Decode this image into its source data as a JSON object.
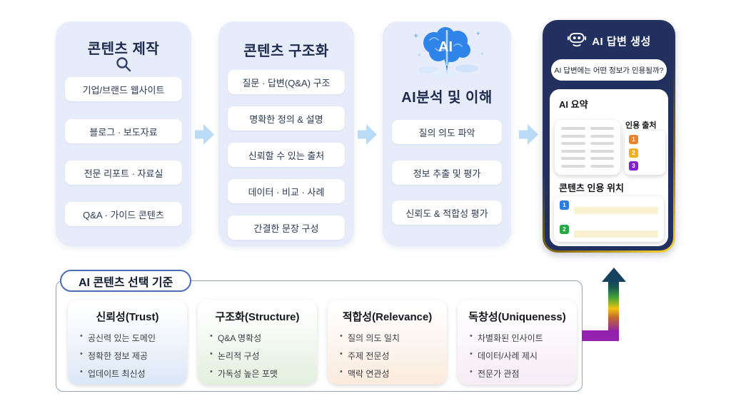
{
  "pipeline": {
    "card1": {
      "title": "콘텐츠 제작",
      "icon": "magnifier-icon",
      "items": [
        "기업/브랜드 웹사이트",
        "블로그 · 보도자료",
        "전문 리포트 · 자료실",
        "Q&A · 가이드 콘텐츠"
      ]
    },
    "card2": {
      "title": "콘텐츠 구조화",
      "items": [
        "질문 · 답변(Q&A) 구조",
        "명확한 정의 & 설명",
        "신뢰할 수 있는 출처",
        "데이터 · 비교 · 사례",
        "간결한 문장 구성"
      ]
    },
    "card3": {
      "title": "AI분석 및 이해",
      "icon": "ai-brain-icon",
      "items": [
        "질의 의도 파악",
        "정보 추출 및 평가",
        "신뢰도 & 적합성 평가"
      ]
    },
    "card4": {
      "title": "AI 답변 생성",
      "icon": "robot-icon",
      "question": "AI 답변에는 어떤 정보가 인용될까?",
      "summary_label": "AI 요약",
      "citation_label": "인용 출처",
      "citations": [
        {
          "num": "1",
          "color": "#e8832c"
        },
        {
          "num": "2",
          "color": "#f2b11c"
        },
        {
          "num": "3",
          "color": "#8023c9"
        }
      ],
      "content_label": "콘텐츠 인용 위치",
      "content_markers": [
        {
          "num": "1",
          "color": "#2b7de0"
        },
        {
          "num": "2",
          "color": "#27a845"
        }
      ]
    }
  },
  "criteria": {
    "label": "AI 콘텐츠 선택 기준",
    "cards": [
      {
        "title": "신뢰성(Trust)",
        "tint": "#dbe7f7",
        "bullets": [
          "공신력 있는 도메인",
          "정확한 정보 제공",
          "업데이트 최신성"
        ]
      },
      {
        "title": "구조화(Structure)",
        "tint": "#e2efdd",
        "bullets": [
          "Q&A 명확성",
          "논리적 구성",
          "가독성 높은 포맷"
        ]
      },
      {
        "title": "적합성(Relevance)",
        "tint": "#faeadc",
        "bullets": [
          "질의 의도 일치",
          "주제 전문성",
          "맥락 연관성"
        ]
      },
      {
        "title": "독창성(Uniqueness)",
        "tint": "#f5ecf5",
        "bullets": [
          "차별화된 인사이트",
          "데이터/사례 제시",
          "전문가 관점"
        ]
      }
    ]
  },
  "colors": {
    "pipeline_card_bg": "#e7ecfa",
    "navy": "#22305f",
    "gold_border": "#edc832",
    "flow_arrow_blue": "#badbf6",
    "highlight": "#faf0d2"
  }
}
